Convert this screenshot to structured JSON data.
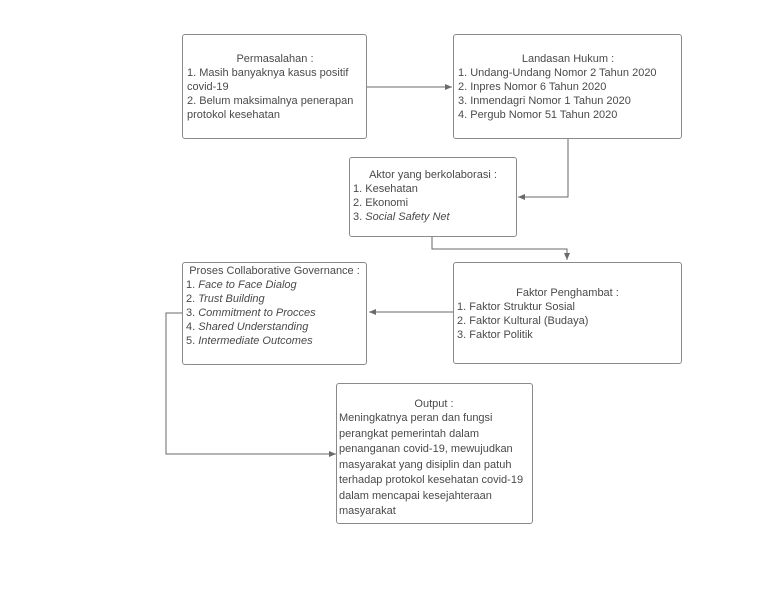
{
  "permasalahan": {
    "title": "Permasalahan :",
    "items": [
      "1. Masih banyaknya kasus positif covid-19",
      "2. Belum maksimalnya penerapan protokol kesehatan"
    ]
  },
  "landasan": {
    "title": "Landasan Hukum :",
    "items": [
      "1. Undang-Undang Nomor 2 Tahun 2020",
      "2. Inpres Nomor 6 Tahun 2020",
      "3. Inmendagri Nomor 1 Tahun 2020",
      "4. Pergub Nomor 51 Tahun 2020"
    ]
  },
  "aktor": {
    "title": "Aktor yang berkolaborasi :",
    "items": [
      {
        "num": "1. ",
        "text": "Kesehatan"
      },
      {
        "num": "2. ",
        "text": "Ekonomi"
      },
      {
        "num": "3. ",
        "text": "Social Safety Net"
      }
    ]
  },
  "faktor": {
    "title": "Faktor Penghambat :",
    "items": [
      "1. Faktor Struktur Sosial",
      "2. Faktor Kultural (Budaya)",
      "3. Faktor Politik"
    ]
  },
  "proses": {
    "title": "Proses Collaborative Governance :",
    "items": [
      {
        "num": "1. ",
        "text": "Face to Face Dialog"
      },
      {
        "num": "2. ",
        "text": "Trust Building"
      },
      {
        "num": "3. ",
        "text": "Commitment to Procces"
      },
      {
        "num": "4. ",
        "text": "Shared Understanding"
      },
      {
        "num": "5. ",
        "text": "Intermediate Outcomes"
      }
    ]
  },
  "output": {
    "title": "Output :",
    "body": "Meningkatnya peran dan fungsi perangkat pemerintah dalam penanganan covid-19, mewujudkan masyarakat yang disiplin dan patuh terhadap protokol kesehatan covid-19 dalam mencapai kesejahteraan masyarakat"
  },
  "colors": {
    "border": "#8a8a8a",
    "connector": "#6a6a6a",
    "text": "#4a4a4a"
  }
}
